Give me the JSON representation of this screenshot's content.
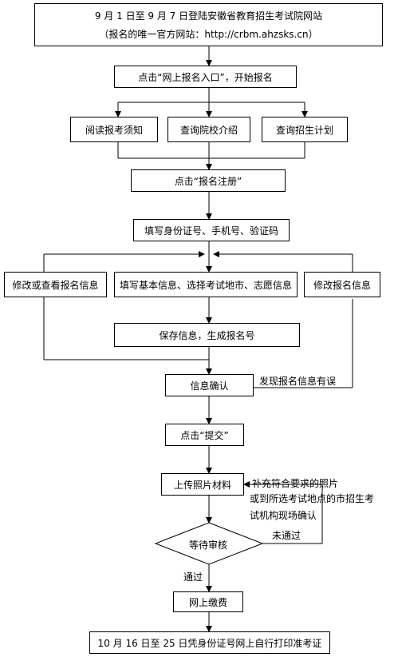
{
  "top_box": {
    "line1": "9 月 1 日至 9 月 7 日登陆安徽省教育招生考试院网站",
    "line2": "（报名的唯一官方网站：http://crbm.ahzsks.cn）"
  },
  "steps": {
    "online_entry": "点击“网上报名入口”，开始报名",
    "read_notice": "阅读报考须知",
    "query_schools": "查询院校介绍",
    "query_plan": "查询招生计划",
    "click_register": "点击“报名注册”",
    "fill_id": "填写身份证号、手机号、验证码",
    "modify_view": "修改或查看报名信息",
    "fill_basic": "填写基本信息、选择考试地市、志愿信息",
    "modify_info": "修改报名信息",
    "save_info": "保存信息，生成报名号",
    "confirm_info": "信息确认",
    "click_submit": "点击“提交”",
    "upload_photo": "上传照片材料",
    "wait_review": "等待审核",
    "pay_online": "网上缴费",
    "print_ticket": "10 月 16 日至 25 日凭身份证号网上自行打印准考证"
  },
  "edge_labels": {
    "error_found": "发现报名信息有误",
    "supplement_1": "补充符合要求的照片",
    "supplement_2": "或到所选考试地点的市招生考",
    "supplement_3": "试机构现场确认",
    "not_passed": "未通过",
    "passed": "通过"
  }
}
